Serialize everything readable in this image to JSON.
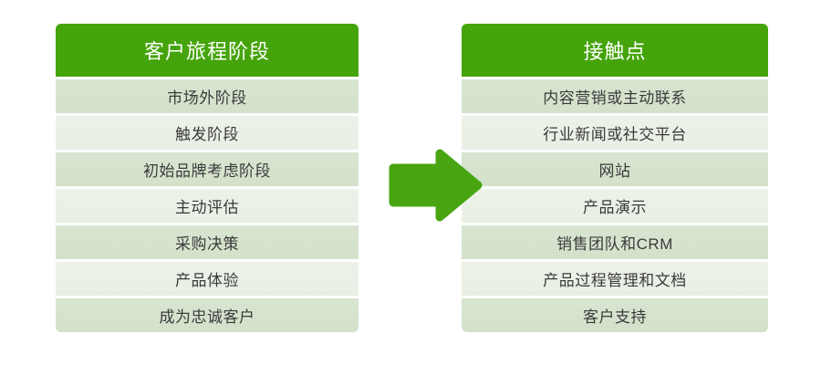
{
  "left_table": {
    "title": "客户旅程阶段",
    "rows": [
      "市场外阶段",
      "触发阶段",
      "初始品牌考虑阶段",
      "主动评估",
      "采购决策",
      "产品体验",
      "成为忠诚客户"
    ]
  },
  "right_table": {
    "title": "接触点",
    "rows": [
      "内容营销或主动联系",
      "行业新闻或社交平台",
      "网站",
      "产品演示",
      "销售团队和CRM",
      "产品过程管理和文档",
      "客户支持"
    ]
  },
  "arrow": {
    "direction": "right"
  },
  "colors": {
    "header_green": "#45a40b",
    "arrow_green": "#48a511",
    "row_dark": "#d3e1ca",
    "row_light": "#e9efe4",
    "text": "#3b3b3b",
    "header_text": "#ffffff",
    "background": "#ffffff"
  }
}
